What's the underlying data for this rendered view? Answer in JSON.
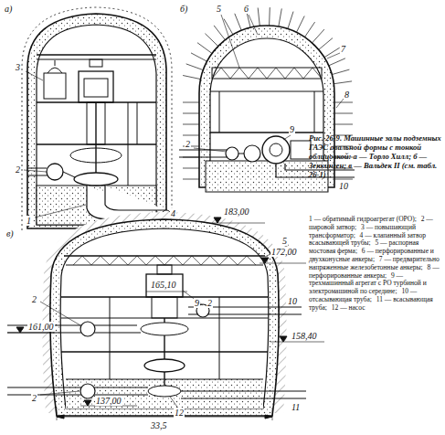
{
  "diagram": {
    "caption": "Рис. 26-9. Машинные залы подземных ГАЭС овальной формы с тонкой облицовкой: а — Торло Хилл; б — Зеккинген; в — Вальдек II (см. табл. 26-1)",
    "labels": [
      "а)",
      "3",
      "2",
      "1",
      "4",
      "б)",
      "5",
      "6",
      "7",
      "8",
      "9",
      "2",
      "10",
      "в)",
      "183,00",
      "5",
      "172,00",
      "165,10",
      "9",
      "2",
      "10",
      "161,00",
      "158,40",
      "2",
      "2",
      "137,00",
      "12",
      "11",
      "33,5",
      "1 — обратимый гидроагрегат (ОРО);",
      "2 — шаровой затвор;",
      "3 — повышающий трансформатор;",
      "4 — клапанный затвор всасывающей трубы;",
      "5 — распорная мостовая ферма;",
      "6 — перфорированные и двухконусные анкеры;",
      "7 — предварительно напряженные железобетонные анкеры;",
      "8 — перфорированные анкеры;",
      "9 — трехмашинный агрегат с РО турбиной и электромашиной по середине;",
      "10 — отсасывающая труба;",
      "11 — всасывающая труба;",
      "12 — насос"
    ]
  }
}
